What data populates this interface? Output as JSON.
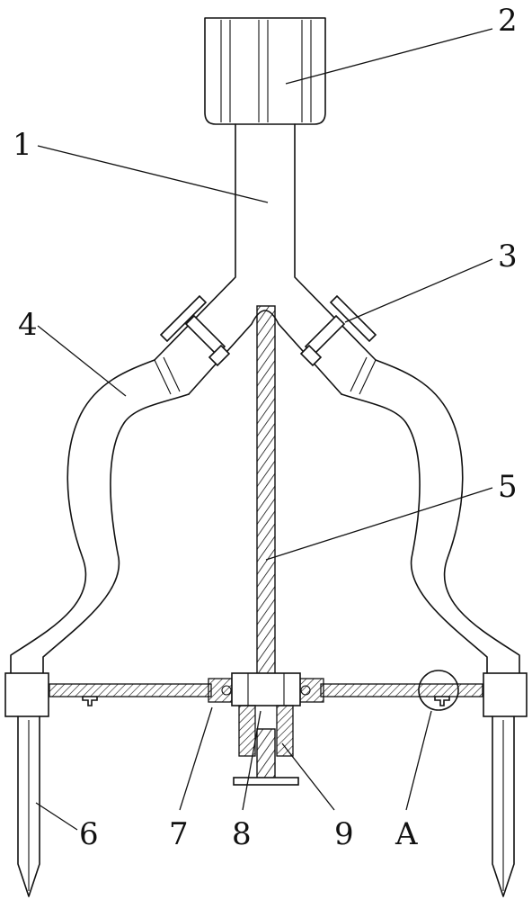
{
  "labels": {
    "l1": "1",
    "l2": "2",
    "l3": "3",
    "l4": "4",
    "l5": "5",
    "l6": "6",
    "l7": "7",
    "l8": "8",
    "l9": "9",
    "lA": "A"
  },
  "colors": {
    "ink": "#111111",
    "paper": "#ffffff"
  }
}
